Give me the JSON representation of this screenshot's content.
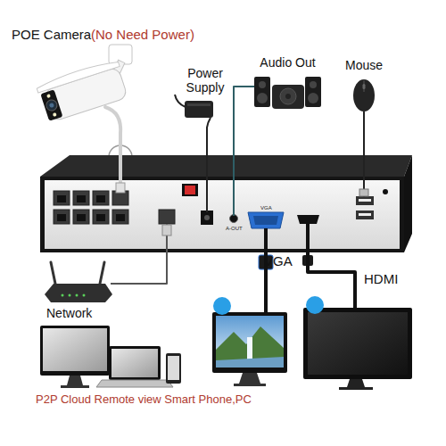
{
  "diagram": {
    "nodes": [
      {
        "text": [
          "POE Camera",
          "(No Need Power)"
        ]
      },
      {
        "text": [
          "Power Supply"
        ]
      },
      {
        "text": [
          "Audio Out"
        ]
      },
      {
        "text": [
          "Mouse"
        ]
      },
      {
        "text": [
          "A-OUT",
          "VGA"
        ]
      },
      {
        "text": [
          "Network"
        ]
      },
      {
        "text": [
          "P2P Cloud Remote view Smart Phone,PC"
        ]
      },
      {
        "text": [
          "VGA"
        ]
      },
      {
        "text": [
          "HDMI"
        ]
      }
    ],
    "edges": [
      {
        "from": 0,
        "to": 4,
        "arrow": "none"
      },
      {
        "from": 1,
        "to": 4,
        "arrow": "none"
      },
      {
        "from": 2,
        "to": 4,
        "arrow": "none"
      },
      {
        "from": 3,
        "to": 4,
        "arrow": "none"
      },
      {
        "from": 5,
        "to": 4,
        "arrow": "none"
      },
      {
        "from": 7,
        "to": 4,
        "arrow": "none"
      },
      {
        "from": 8,
        "to": 4,
        "arrow": "none"
      }
    ]
  }
}
